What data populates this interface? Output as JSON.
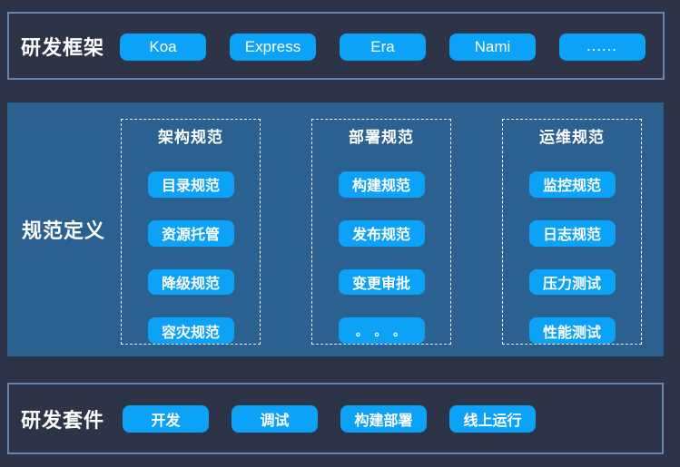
{
  "colors": {
    "page_background": "#2d3447",
    "panel_background": "#2b6191",
    "outline_border": "#6687ab",
    "chip_background": "#0ba2f7",
    "chip_text": "#ffffff",
    "dashed_border": "#ffffff"
  },
  "frameworks_section": {
    "label": "研发框架",
    "chips": [
      "Koa",
      "Express",
      "Era",
      "Nami",
      "......"
    ]
  },
  "spec_section": {
    "label": "规范定义",
    "groups": [
      {
        "title": "架构规范",
        "chips": [
          "目录规范",
          "资源托管",
          "降级规范",
          "容灾规范"
        ]
      },
      {
        "title": "部署规范",
        "chips": [
          "构建规范",
          "发布规范",
          "变更审批",
          "。 。 。"
        ]
      },
      {
        "title": "运维规范",
        "chips": [
          "监控规范",
          "日志规范",
          "压力测试",
          "性能测试"
        ]
      }
    ]
  },
  "suite_section": {
    "label": "研发套件",
    "chips": [
      "开发",
      "调试",
      "构建部署",
      "线上运行"
    ]
  }
}
